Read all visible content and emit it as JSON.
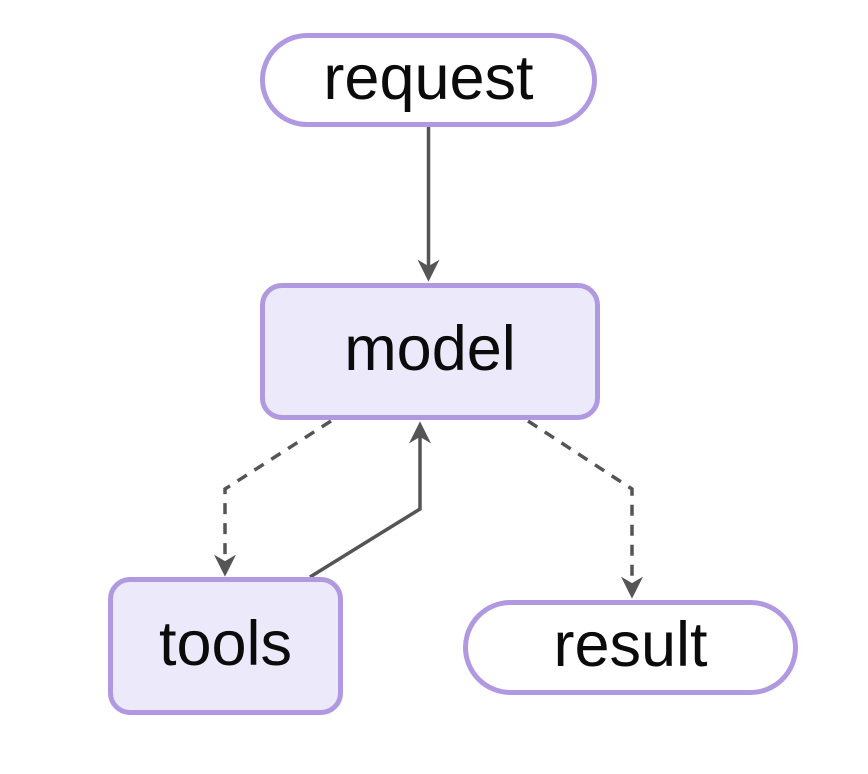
{
  "diagram": {
    "type": "flowchart",
    "direction": "top-down",
    "nodes": [
      {
        "id": "request",
        "label": "request",
        "shape": "stadium",
        "fill": "#ffffff"
      },
      {
        "id": "model",
        "label": "model",
        "shape": "rounded-rect",
        "fill": "#ece9fa"
      },
      {
        "id": "tools",
        "label": "tools",
        "shape": "rounded-rect",
        "fill": "#ece9fa"
      },
      {
        "id": "result",
        "label": "result",
        "shape": "stadium",
        "fill": "#ffffff"
      }
    ],
    "edges": [
      {
        "from": "request",
        "to": "model",
        "style": "solid",
        "arrow": "filled-concave-triangle"
      },
      {
        "from": "model",
        "to": "tools",
        "style": "dashed",
        "arrow": "filled-concave-triangle"
      },
      {
        "from": "tools",
        "to": "model",
        "style": "solid",
        "arrow": "filled-concave-triangle"
      },
      {
        "from": "model",
        "to": "result",
        "style": "dashed",
        "arrow": "filled-concave-triangle"
      }
    ]
  },
  "colors": {
    "node_border": "#b099e0",
    "node_fill_highlight": "#ece9fa",
    "node_fill_plain": "#ffffff",
    "edge_stroke": "#555555",
    "text": "#0b0b0b",
    "background": "#ffffff"
  }
}
